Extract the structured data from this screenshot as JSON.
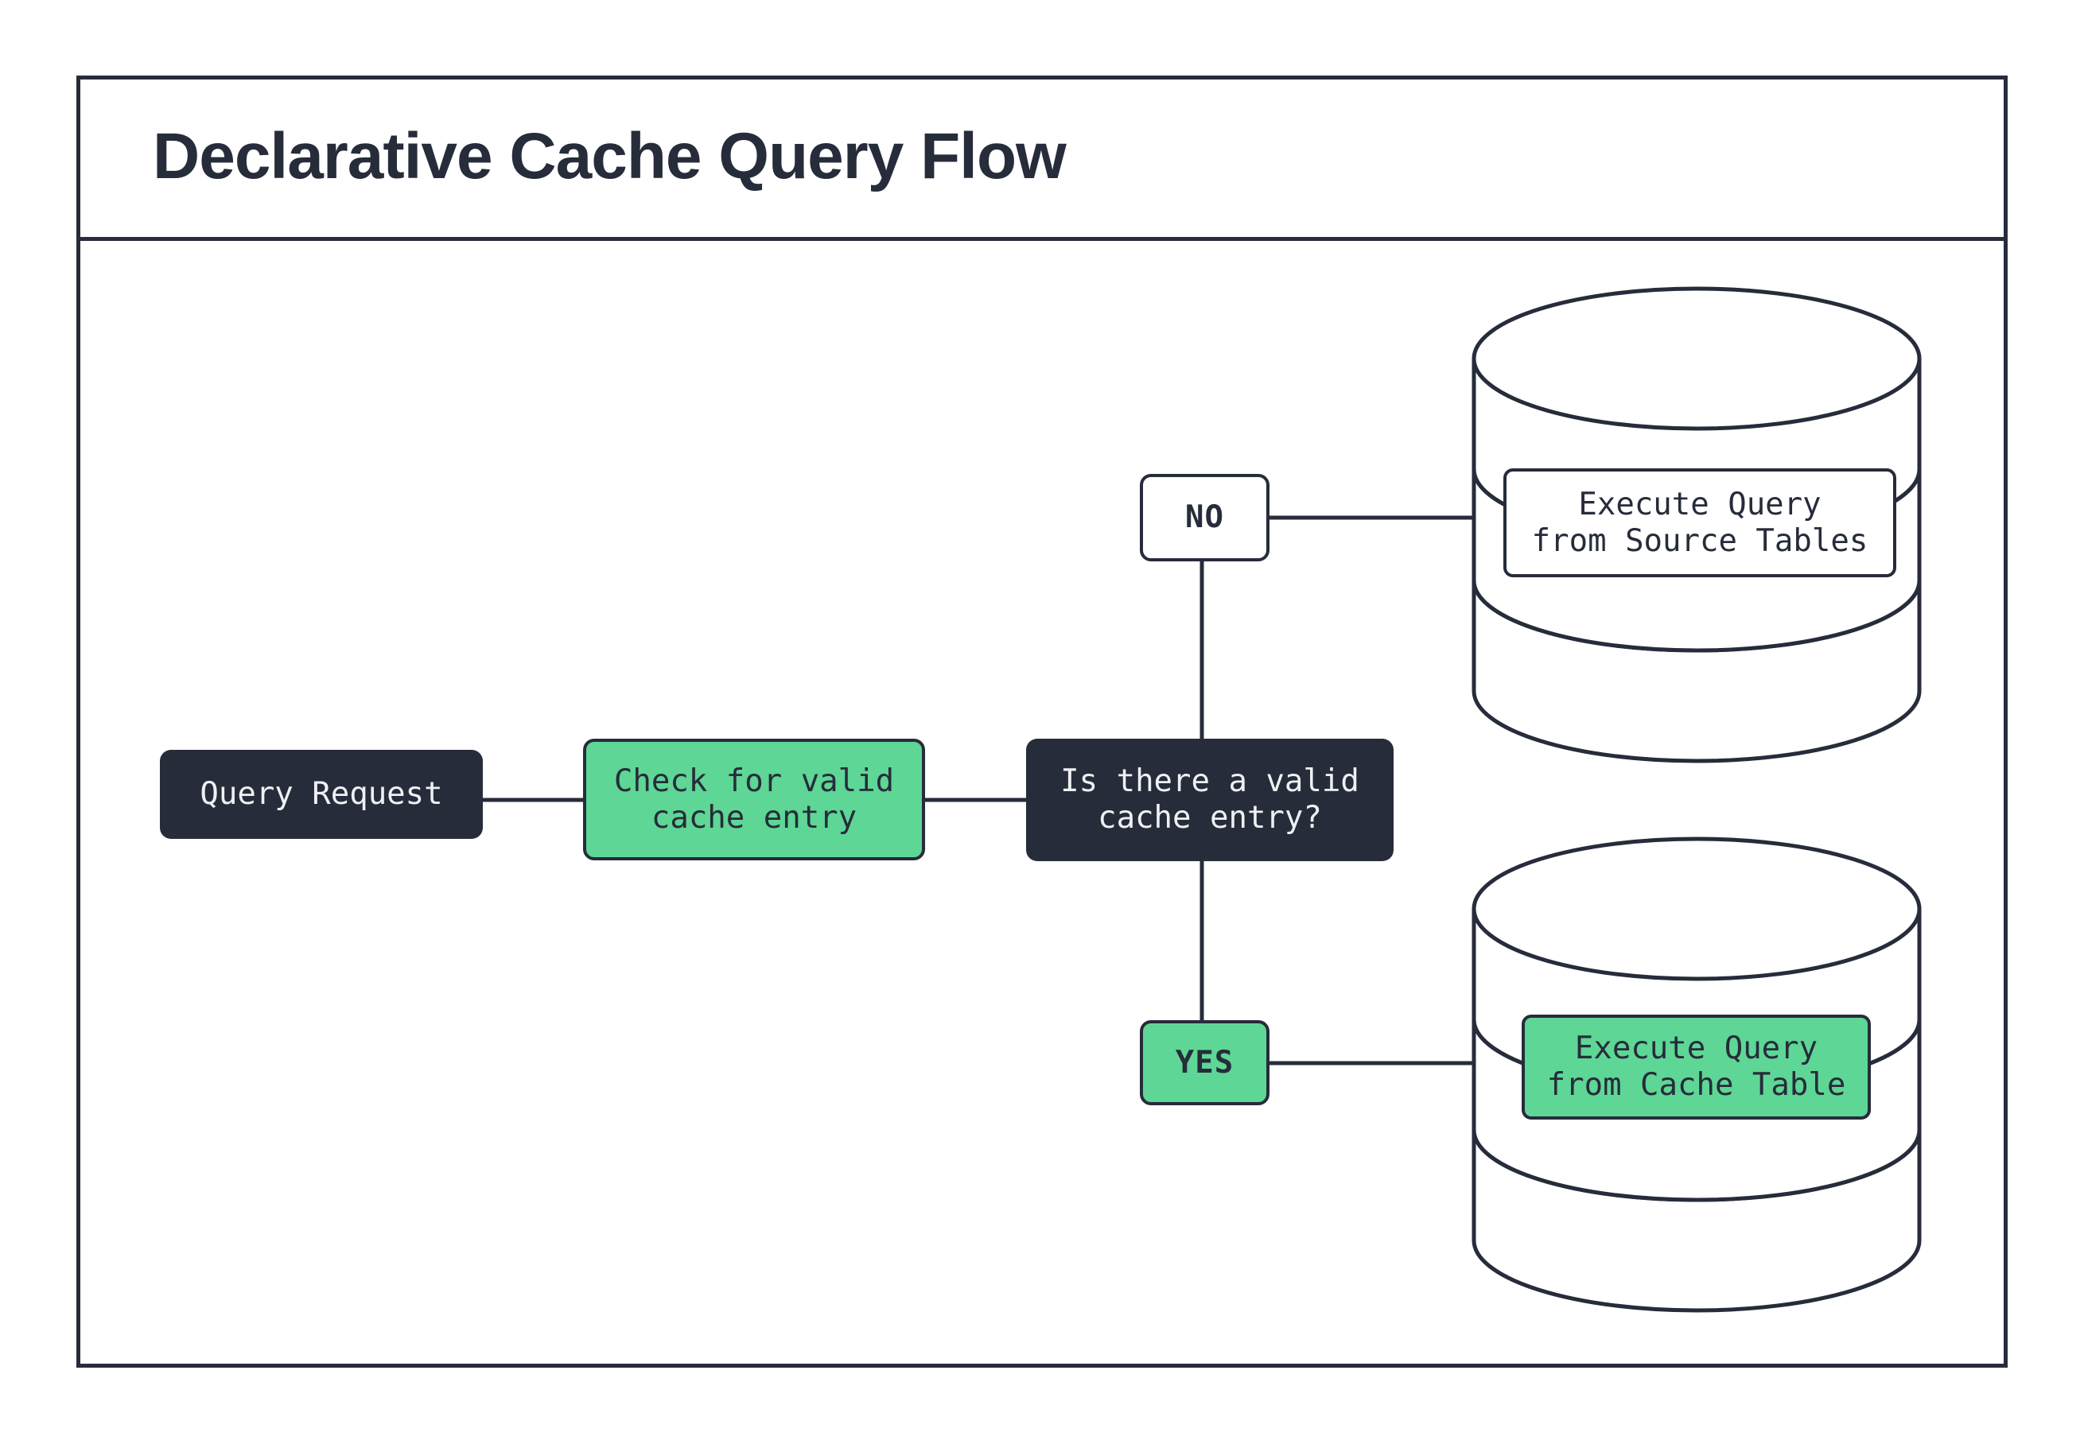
{
  "title": "Declarative Cache Query Flow",
  "colors": {
    "dark": "#262c3a",
    "green": "#5ed695",
    "paper": "#ffffff",
    "light-text": "#eef0f2"
  },
  "nodes": {
    "query_request": {
      "label": "Query Request"
    },
    "check_cache": {
      "line1": "Check for valid",
      "line2": "cache entry"
    },
    "decision": {
      "line1": "Is there a valid",
      "line2": "cache entry?"
    },
    "branch_no": {
      "label": "NO"
    },
    "branch_yes": {
      "label": "YES"
    },
    "source_db": {
      "line1": "Execute Query",
      "line2": "from Source Tables"
    },
    "cache_db": {
      "line1": "Execute Query",
      "line2": "from Cache Table"
    }
  }
}
